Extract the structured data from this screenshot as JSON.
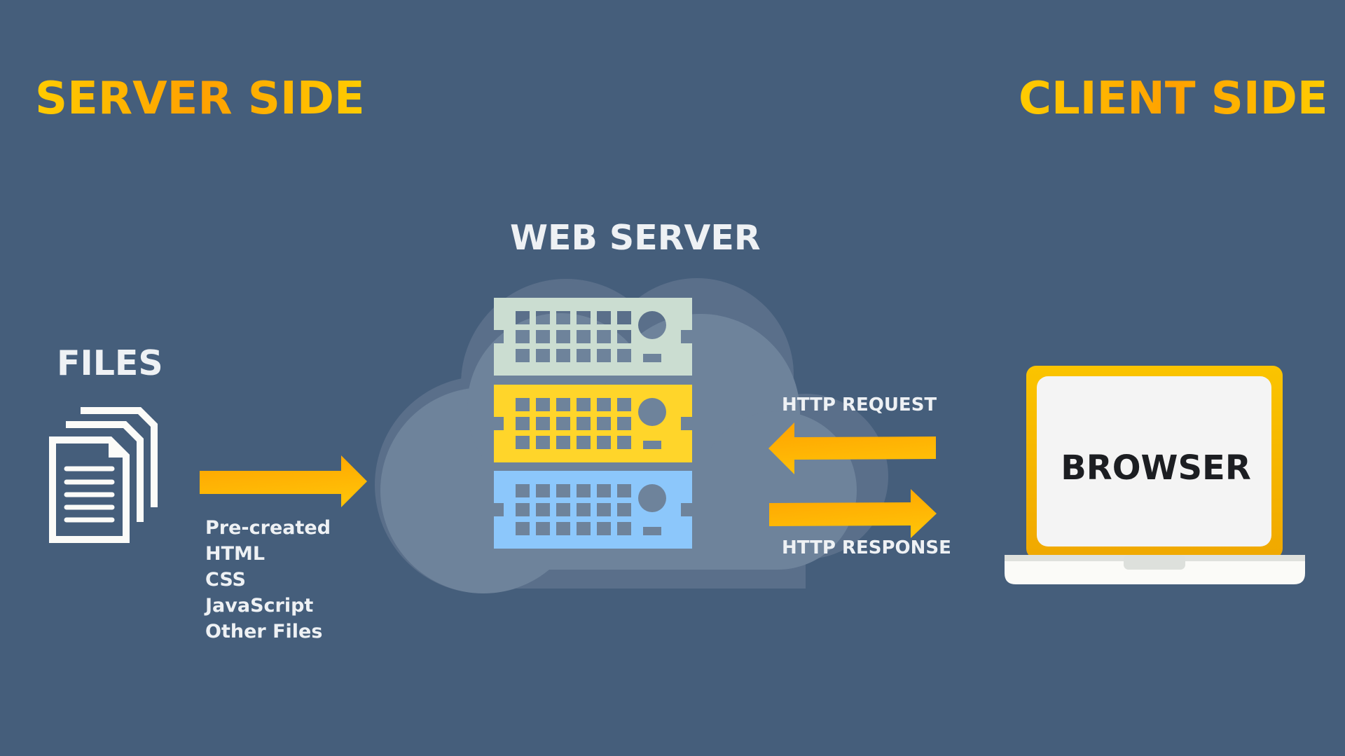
{
  "colors": {
    "background": "#455e7b",
    "accent_gold_light": "#ffcc00",
    "accent_gold_dark": "#ffa000",
    "arrow_light": "#ffc107",
    "arrow_dark": "#ffa200",
    "text_light": "#eef1f4",
    "text_dark": "#1c1e22",
    "cloud_outer": "#5a6f8a",
    "cloud_inner": "#6e839b",
    "server_top": "#cbddd1",
    "server_middle": "#ffd52a",
    "server_bottom": "#8cc7fb",
    "laptop_frame": "#f5b800",
    "laptop_screen": "#f4f4f4",
    "laptop_base": "#fbfbf8"
  },
  "headings": {
    "server_side": "SERVER SIDE",
    "client_side": "CLIENT SIDE",
    "web_server": "WEB SERVER",
    "files": "FILES"
  },
  "files_list": [
    "Pre-created",
    "HTML",
    "CSS",
    "JavaScript",
    "Other Files"
  ],
  "http": {
    "request": "HTTP REQUEST",
    "response": "HTTP RESPONSE"
  },
  "browser": {
    "label": "BROWSER"
  },
  "icons": {
    "files": "documents-stack-icon",
    "server": "server-rack-icon",
    "cloud": "cloud-icon",
    "laptop": "laptop-icon",
    "arrow_right": "arrow-right-icon",
    "arrow_left": "arrow-left-icon"
  }
}
